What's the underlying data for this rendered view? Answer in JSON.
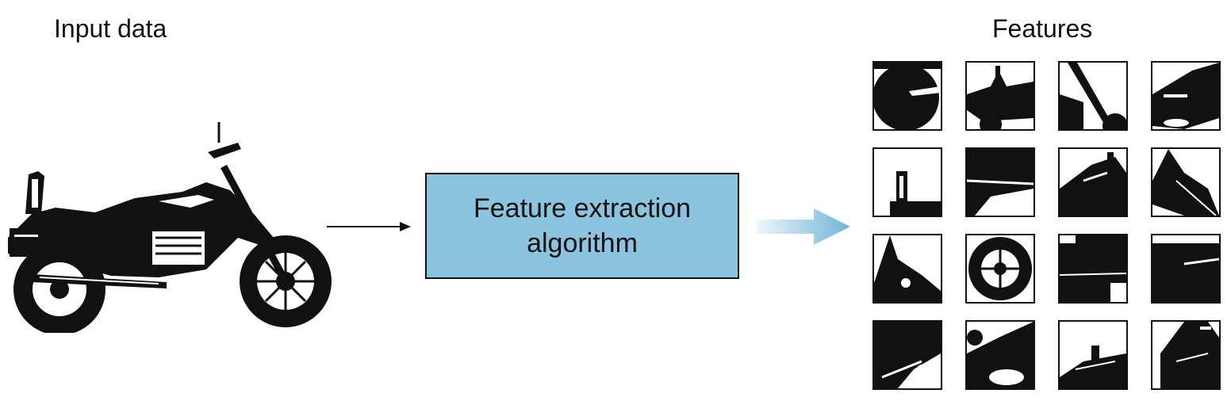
{
  "input": {
    "title": "Input data"
  },
  "process": {
    "label": "Feature extraction algorithm"
  },
  "output": {
    "title": "Features",
    "grid_rows": 4,
    "grid_cols": 4,
    "tiles": [
      {
        "id": "feature-1"
      },
      {
        "id": "feature-2"
      },
      {
        "id": "feature-3"
      },
      {
        "id": "feature-4"
      },
      {
        "id": "feature-5"
      },
      {
        "id": "feature-6"
      },
      {
        "id": "feature-7"
      },
      {
        "id": "feature-8"
      },
      {
        "id": "feature-9"
      },
      {
        "id": "feature-10"
      },
      {
        "id": "feature-11"
      },
      {
        "id": "feature-12"
      },
      {
        "id": "feature-13"
      },
      {
        "id": "feature-14"
      },
      {
        "id": "feature-15"
      },
      {
        "id": "feature-16"
      }
    ]
  },
  "colors": {
    "box_fill": "#8ac4de",
    "arrow_gradient_start": "#e8f3f9",
    "arrow_gradient_end": "#6fb5d8",
    "ink": "#111111"
  }
}
